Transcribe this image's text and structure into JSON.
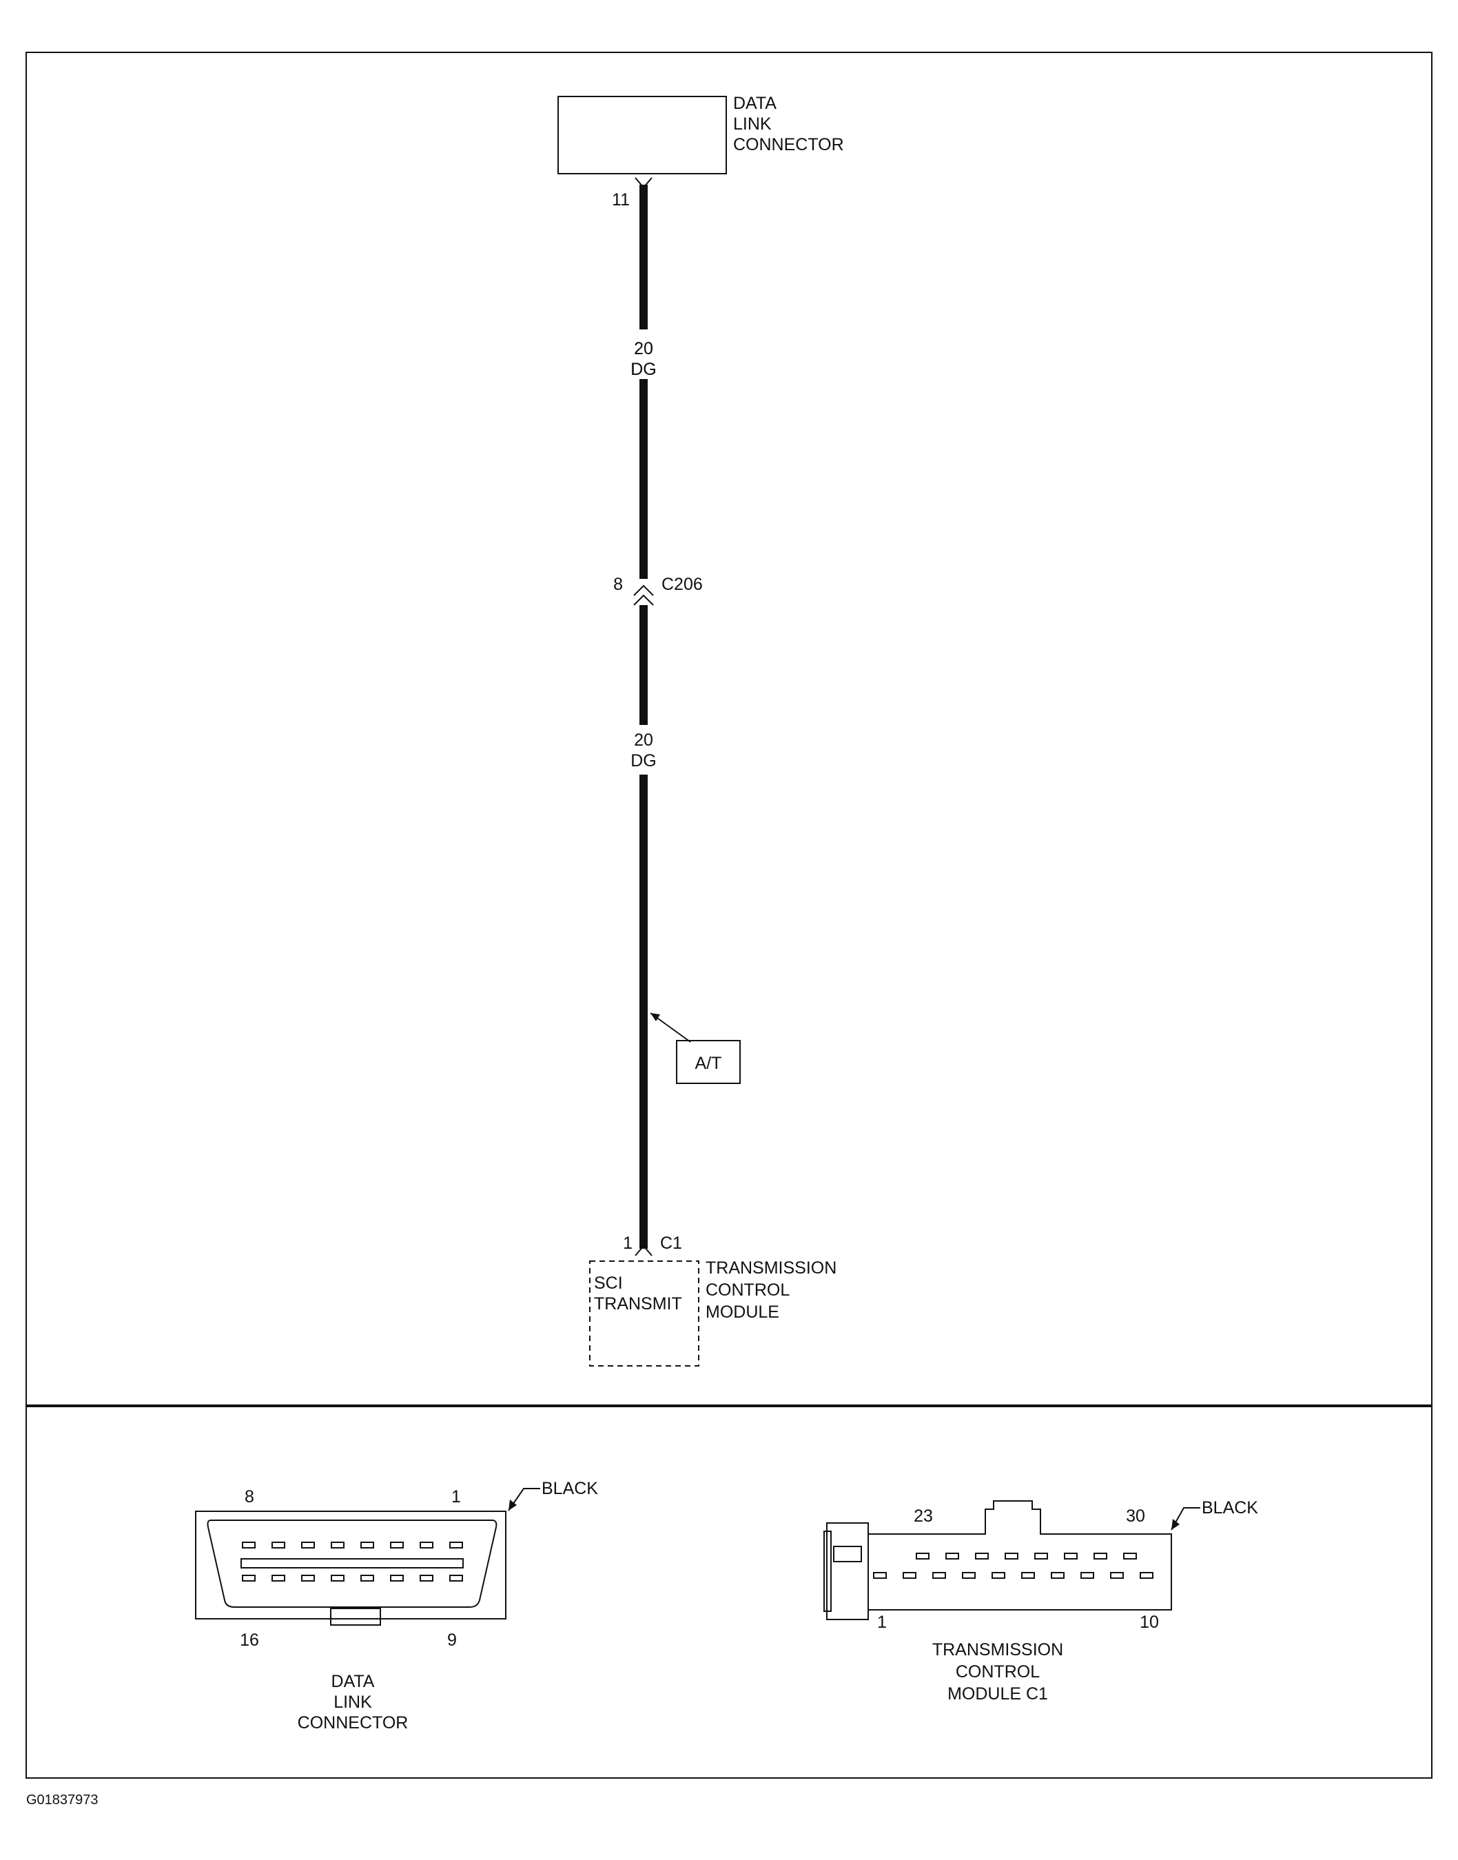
{
  "diagram": {
    "top_connector": {
      "label_lines": [
        "DATA",
        "LINK",
        "CONNECTOR"
      ],
      "pin": "11"
    },
    "wire_upper": {
      "gauge": "20",
      "color": "DG"
    },
    "inline_connector": {
      "pin": "8",
      "name": "C206"
    },
    "wire_lower": {
      "gauge": "20",
      "color": "DG"
    },
    "option_tag": "A/T",
    "bottom_connector": {
      "pin": "1",
      "name": "C1"
    },
    "module": {
      "function_lines": [
        "SCI",
        "TRANSMIT"
      ],
      "label_lines": [
        "TRANSMISSION",
        "CONTROL",
        "MODULE"
      ]
    }
  },
  "views": {
    "dlc": {
      "pin_top_left": "8",
      "pin_top_right": "1",
      "pin_bottom_left": "16",
      "pin_bottom_right": "9",
      "color": "BLACK",
      "caption_lines": [
        "DATA",
        "LINK",
        "CONNECTOR"
      ]
    },
    "tcm": {
      "pin_top_left": "23",
      "pin_top_right": "30",
      "pin_bottom_left": "1",
      "pin_bottom_right": "10",
      "color": "BLACK",
      "caption_lines": [
        "TRANSMISSION",
        "CONTROL",
        "MODULE C1"
      ]
    }
  },
  "figure_id": "G01837973"
}
